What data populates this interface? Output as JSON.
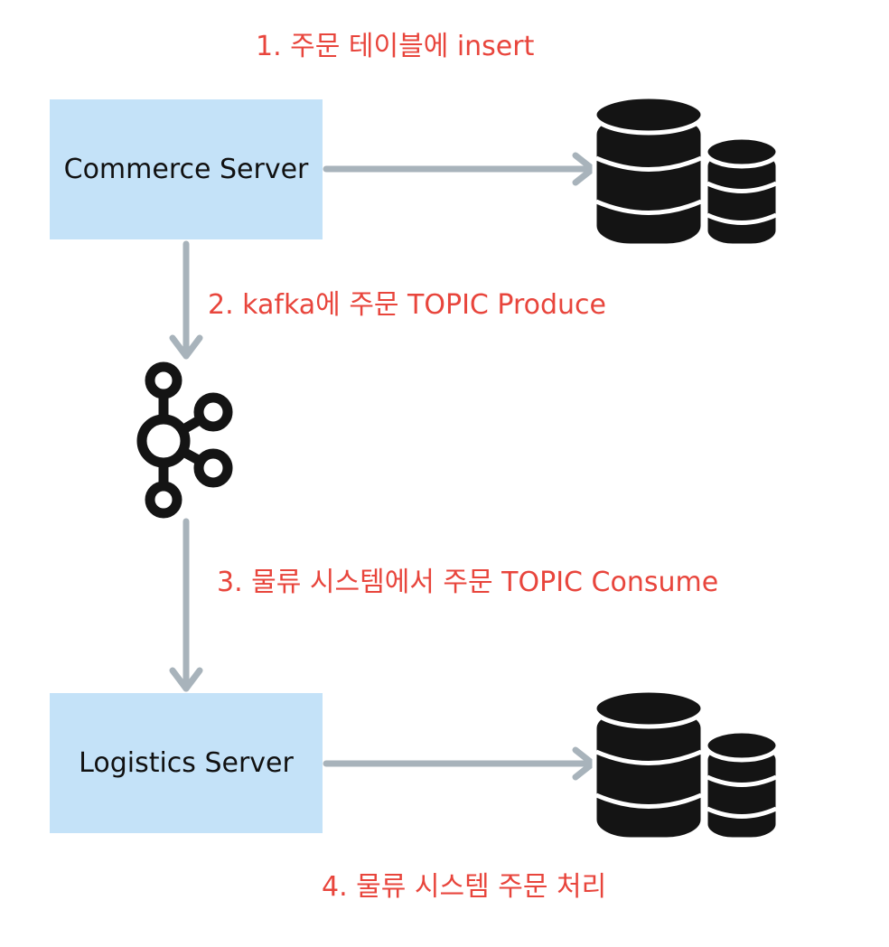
{
  "steps": {
    "step1": "1. 주문  테이블에 insert",
    "step2": "2. kafka에 주문 TOPIC Produce",
    "step3": "3. 물류 시스템에서 주문 TOPIC Consume",
    "step4": "4. 물류 시스템 주문 처리"
  },
  "nodes": {
    "commerce_server": "Commerce Server",
    "logistics_server": "Logistics Server"
  },
  "icons": {
    "kafka": "kafka-icon",
    "database": "database-icon"
  },
  "colors": {
    "label": "#e8453c",
    "box": "#c4e2f8",
    "arrow": "#a8b3bb",
    "icon": "#141414"
  }
}
